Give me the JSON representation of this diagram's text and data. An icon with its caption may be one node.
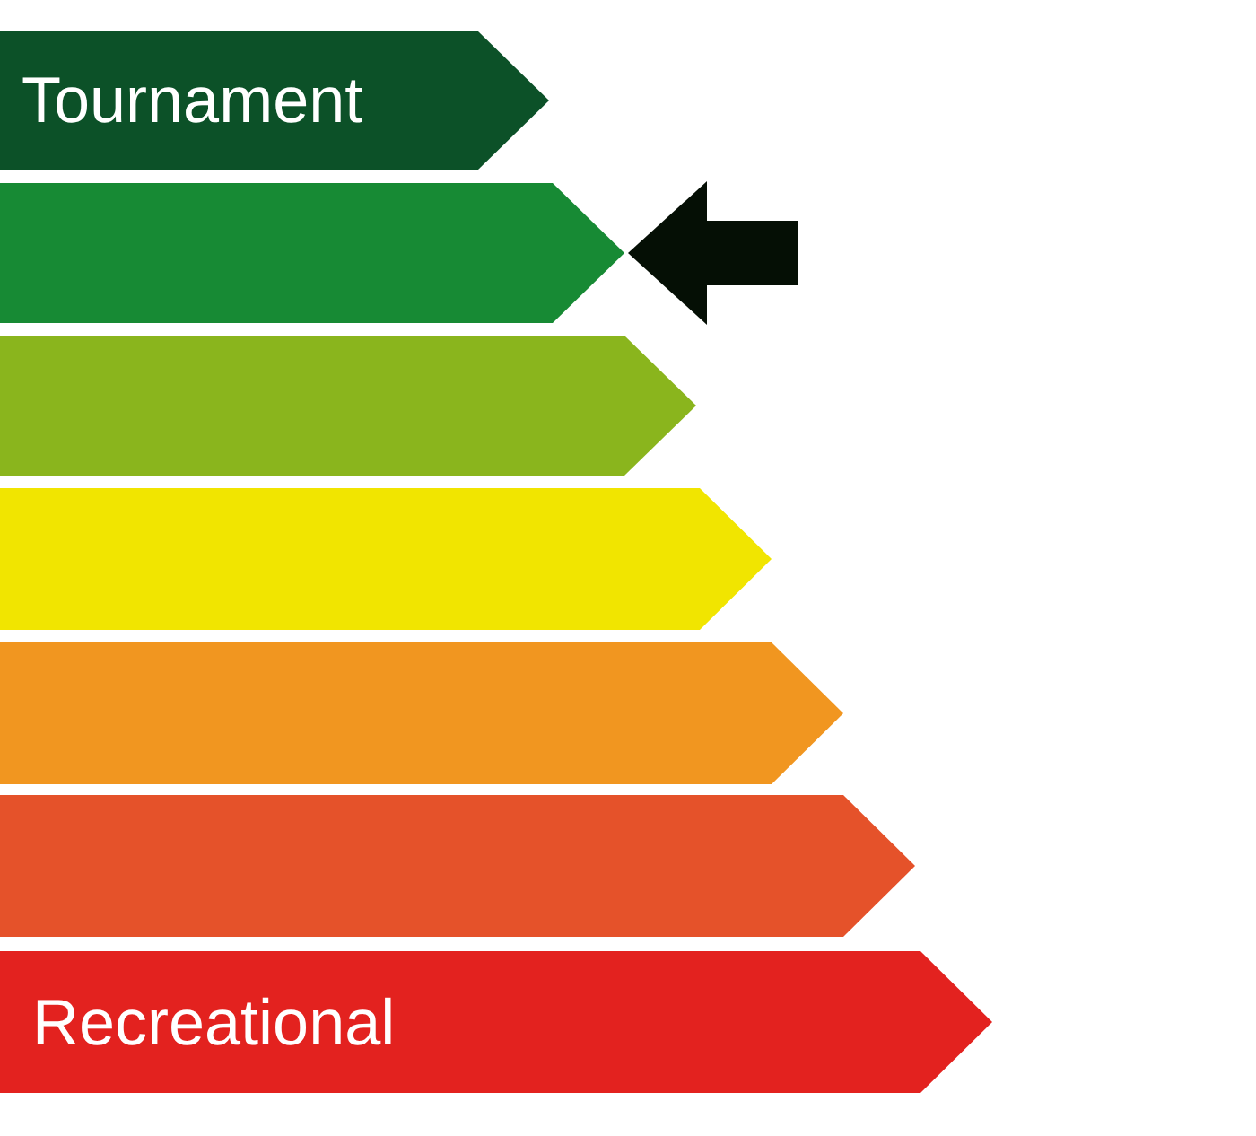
{
  "diagram": {
    "nodes": [
      {
        "text": [
          "Tournament"
        ]
      },
      {
        "text": [],
        "shape": "arrow"
      },
      {
        "text": [],
        "shape": "arrow"
      },
      {
        "text": [],
        "shape": "arrow"
      },
      {
        "text": [],
        "shape": "arrow"
      },
      {
        "text": [],
        "shape": "arrow"
      },
      {
        "text": [
          "Recreational"
        ]
      }
    ],
    "edges": [
      {
        "from": null,
        "to": 1,
        "arrow": "to"
      }
    ]
  }
}
